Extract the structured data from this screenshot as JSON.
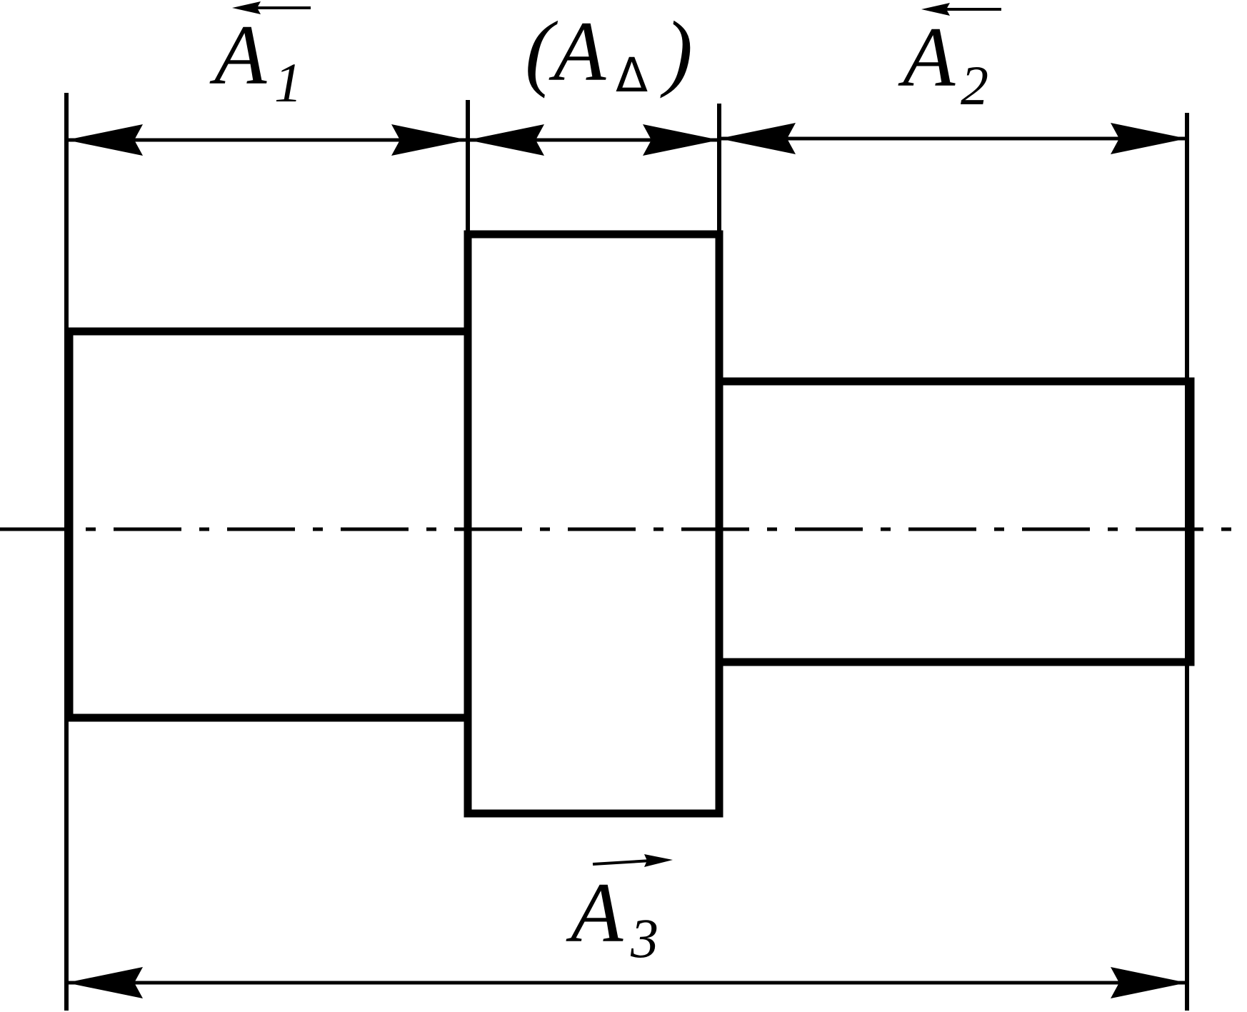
{
  "diagram": {
    "dimensions": [
      {
        "letter": "A",
        "subscript": "1",
        "direction": "left"
      },
      {
        "letter": "A",
        "subscript": "Δ",
        "closing": true
      },
      {
        "letter": "A",
        "subscript": "2",
        "direction": "left"
      },
      {
        "letter": "A",
        "subscript": "3",
        "direction": "right"
      }
    ],
    "colors": {
      "line": "#000000",
      "background": "#ffffff"
    }
  }
}
